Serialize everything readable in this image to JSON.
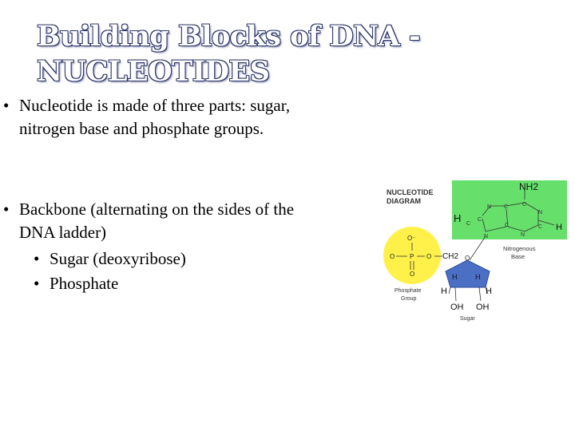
{
  "title": {
    "line1": "Building Blocks of DNA -",
    "line2": "NUCLEOTIDES"
  },
  "bullets": {
    "b1_line1": "Nucleotide is made of three parts: sugar,",
    "b1_line2": "nitrogen base and phosphate groups.",
    "b2_line1": "Backbone (alternating on the sides of the",
    "b2_line2": "DNA ladder)",
    "sub1": "Sugar (deoxyribose)",
    "sub2": "Phosphate",
    "bullet_glyph": "•"
  },
  "diagram": {
    "heading_line1": "NUCLEOTIDE",
    "heading_line2": "DIAGRAM",
    "nh2": "NH2",
    "base_atoms": [
      "N",
      "C",
      "C",
      "N",
      "C",
      "C",
      "N",
      "C",
      "N",
      "C"
    ],
    "h_left": "H",
    "h_right": "H",
    "nitrogenous_line1": "Nitrogenous",
    "nitrogenous_line2": "Base",
    "phosphate_o_top": "O⁻",
    "phosphate_o_left": "O",
    "phosphate_p": "P",
    "phosphate_o_right": "O",
    "phosphate_o_bottom": "O",
    "phosphate_label_line1": "Phosphate",
    "phosphate_label_line2": "Group",
    "ch2": "CH2",
    "ring_o": "O",
    "ring_h1": "H",
    "ring_h2": "H",
    "h_lower_left": "H",
    "h_lower_right": "H",
    "oh1": "OH",
    "oh2": "OH",
    "sugar_label": "Sugar",
    "colors": {
      "base_green": "#66e06a",
      "phosphate_yellow": "#fff14a",
      "sugar_blue": "#4a6fc4"
    }
  }
}
